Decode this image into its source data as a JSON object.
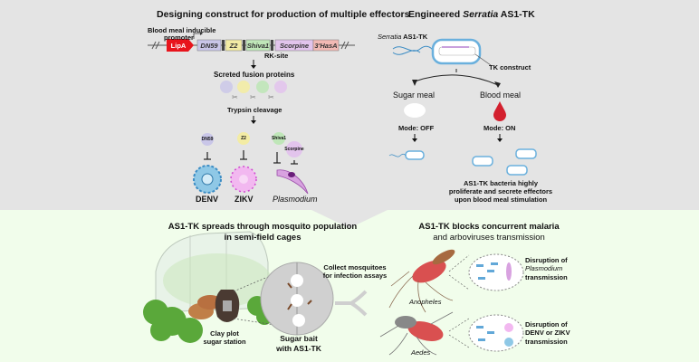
{
  "top_left": {
    "title": "Designing construct for production of multiple effectors",
    "promoter_label_1": "Blood meal inducible",
    "promoter_label_2": "promoter",
    "genes": [
      "LipA",
      "DN59",
      "Z2",
      "Shiva1",
      "Scorpine",
      "3'HasA"
    ],
    "rk_site": "RK-site",
    "fusion_label": "Screted fusion proteins",
    "cleavage_label": "Trypsin cleavage",
    "effectors": [
      "DN59",
      "Z2",
      "Shiva1",
      "Scorpine"
    ],
    "targets": [
      "DENV",
      "ZIKV",
      "Plasmodium"
    ]
  },
  "top_right": {
    "title_prefix": "Engineered ",
    "title_italic": "Serratia",
    "title_suffix": " AS1-TK",
    "bacteria_label_italic": "Serratia",
    "bacteria_label_suffix": " AS1-TK",
    "construct_label": "TK construct",
    "sugar_meal": "Sugar meal",
    "blood_meal": "Blood meal",
    "mode_off": "Mode: OFF",
    "mode_on": "Mode: ON",
    "result_1": "AS1-TK bacteria highly",
    "result_2": "proliferate and secrete effectors",
    "result_3": "upon blood meal stimulation"
  },
  "bottom_left": {
    "title_1": "AS1-TK spreads through mosquito population",
    "title_2": "in semi-field cages",
    "clay_1": "Clay plot",
    "clay_2": "sugar station",
    "bait_1": "Sugar bait",
    "bait_2": "with AS1-TK",
    "collect_1": "Collect mosquitoes",
    "collect_2": "for infection assays"
  },
  "bottom_right": {
    "title_1": "AS1-TK blocks concurrent malaria",
    "title_2": "and arboviruses transmission",
    "anopheles": "Anopheles",
    "aedes": "Aedes",
    "disrupt_p_1": "Disruption of",
    "disrupt_p_2": "Plasmodium",
    "disrupt_p_3": "transmission",
    "disrupt_v_1": "Disruption of",
    "disrupt_v_2": "DENV or ZIKV",
    "disrupt_v_3": "transmission"
  },
  "colors": {
    "top_bg": "#e4e4e4",
    "bottom_bg": "#f1fdeb",
    "lipa": "#e8141c",
    "dn59": "#c9c6e8",
    "z2": "#f3eca4",
    "shiva1": "#bfe6b8",
    "scorpine": "#e2c4ec",
    "hasa": "#f2b9b4",
    "blood": "#d3202e"
  }
}
